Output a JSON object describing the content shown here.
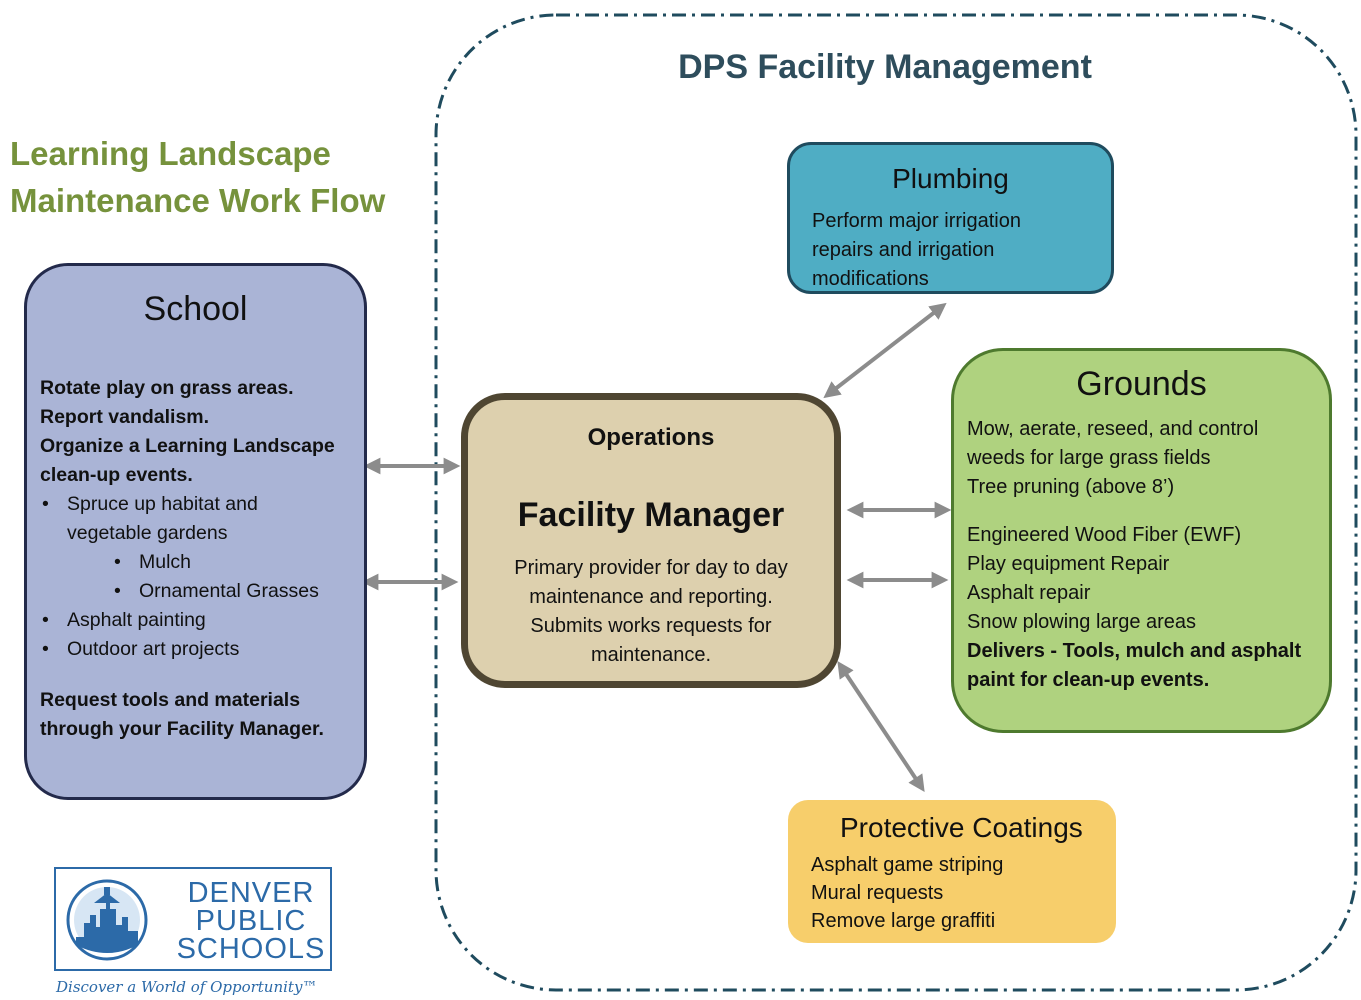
{
  "title": {
    "line1": "Learning Landscape",
    "line2": "Maintenance Work Flow"
  },
  "dps_title": "DPS Facility Management",
  "school": {
    "title": "School",
    "lines": [
      "Rotate play on grass areas.",
      "Report vandalism.",
      "Organize a Learning Landscape",
      "clean-up events."
    ],
    "bullets": [
      "Spruce up habitat and",
      "vegetable gardens"
    ],
    "sub_bullets": [
      "Mulch",
      "Ornamental Grasses"
    ],
    "bullets2": [
      "Asphalt painting",
      "Outdoor art projects"
    ],
    "request": [
      "Request tools and materials",
      "through your Facility Manager."
    ]
  },
  "operations": {
    "label": "Operations",
    "role": "Facility Manager",
    "description": [
      "Primary provider for day to day",
      "maintenance and reporting.",
      "Submits works requests for",
      "maintenance."
    ]
  },
  "plumbing": {
    "title": "Plumbing",
    "lines": [
      "Perform major irrigation",
      "repairs and irrigation",
      "modifications"
    ]
  },
  "grounds": {
    "title": "Grounds",
    "lines": [
      "Mow, aerate, reseed, and control",
      "weeds for large grass fields",
      "Tree pruning (above 8’)",
      "Engineered Wood Fiber (EWF)",
      "Play equipment Repair",
      "Asphalt repair",
      "Snow plowing large areas",
      "Delivers - Tools, mulch and asphalt",
      "paint for clean-up events."
    ]
  },
  "coatings": {
    "title": "Protective Coatings",
    "lines": [
      "Asphalt game striping",
      "Mural requests",
      "Remove large graffiti"
    ]
  },
  "logo": {
    "line1": "DENVER",
    "line2": "PUBLIC",
    "line3": "SCHOOLS",
    "tagline": "Discover a World of Opportunity™"
  },
  "colors": {
    "title_green": "#76923c",
    "dps_title": "#2e4d5c",
    "school_fill": "#aab4d6",
    "operations_fill": "#ddd0ae",
    "plumbing_fill": "#4fadc4",
    "grounds_fill": "#afd27f",
    "coatings_fill": "#f7ce6b",
    "logo_blue": "#2c6aa8",
    "arrow_gray": "#8c8c8c"
  }
}
